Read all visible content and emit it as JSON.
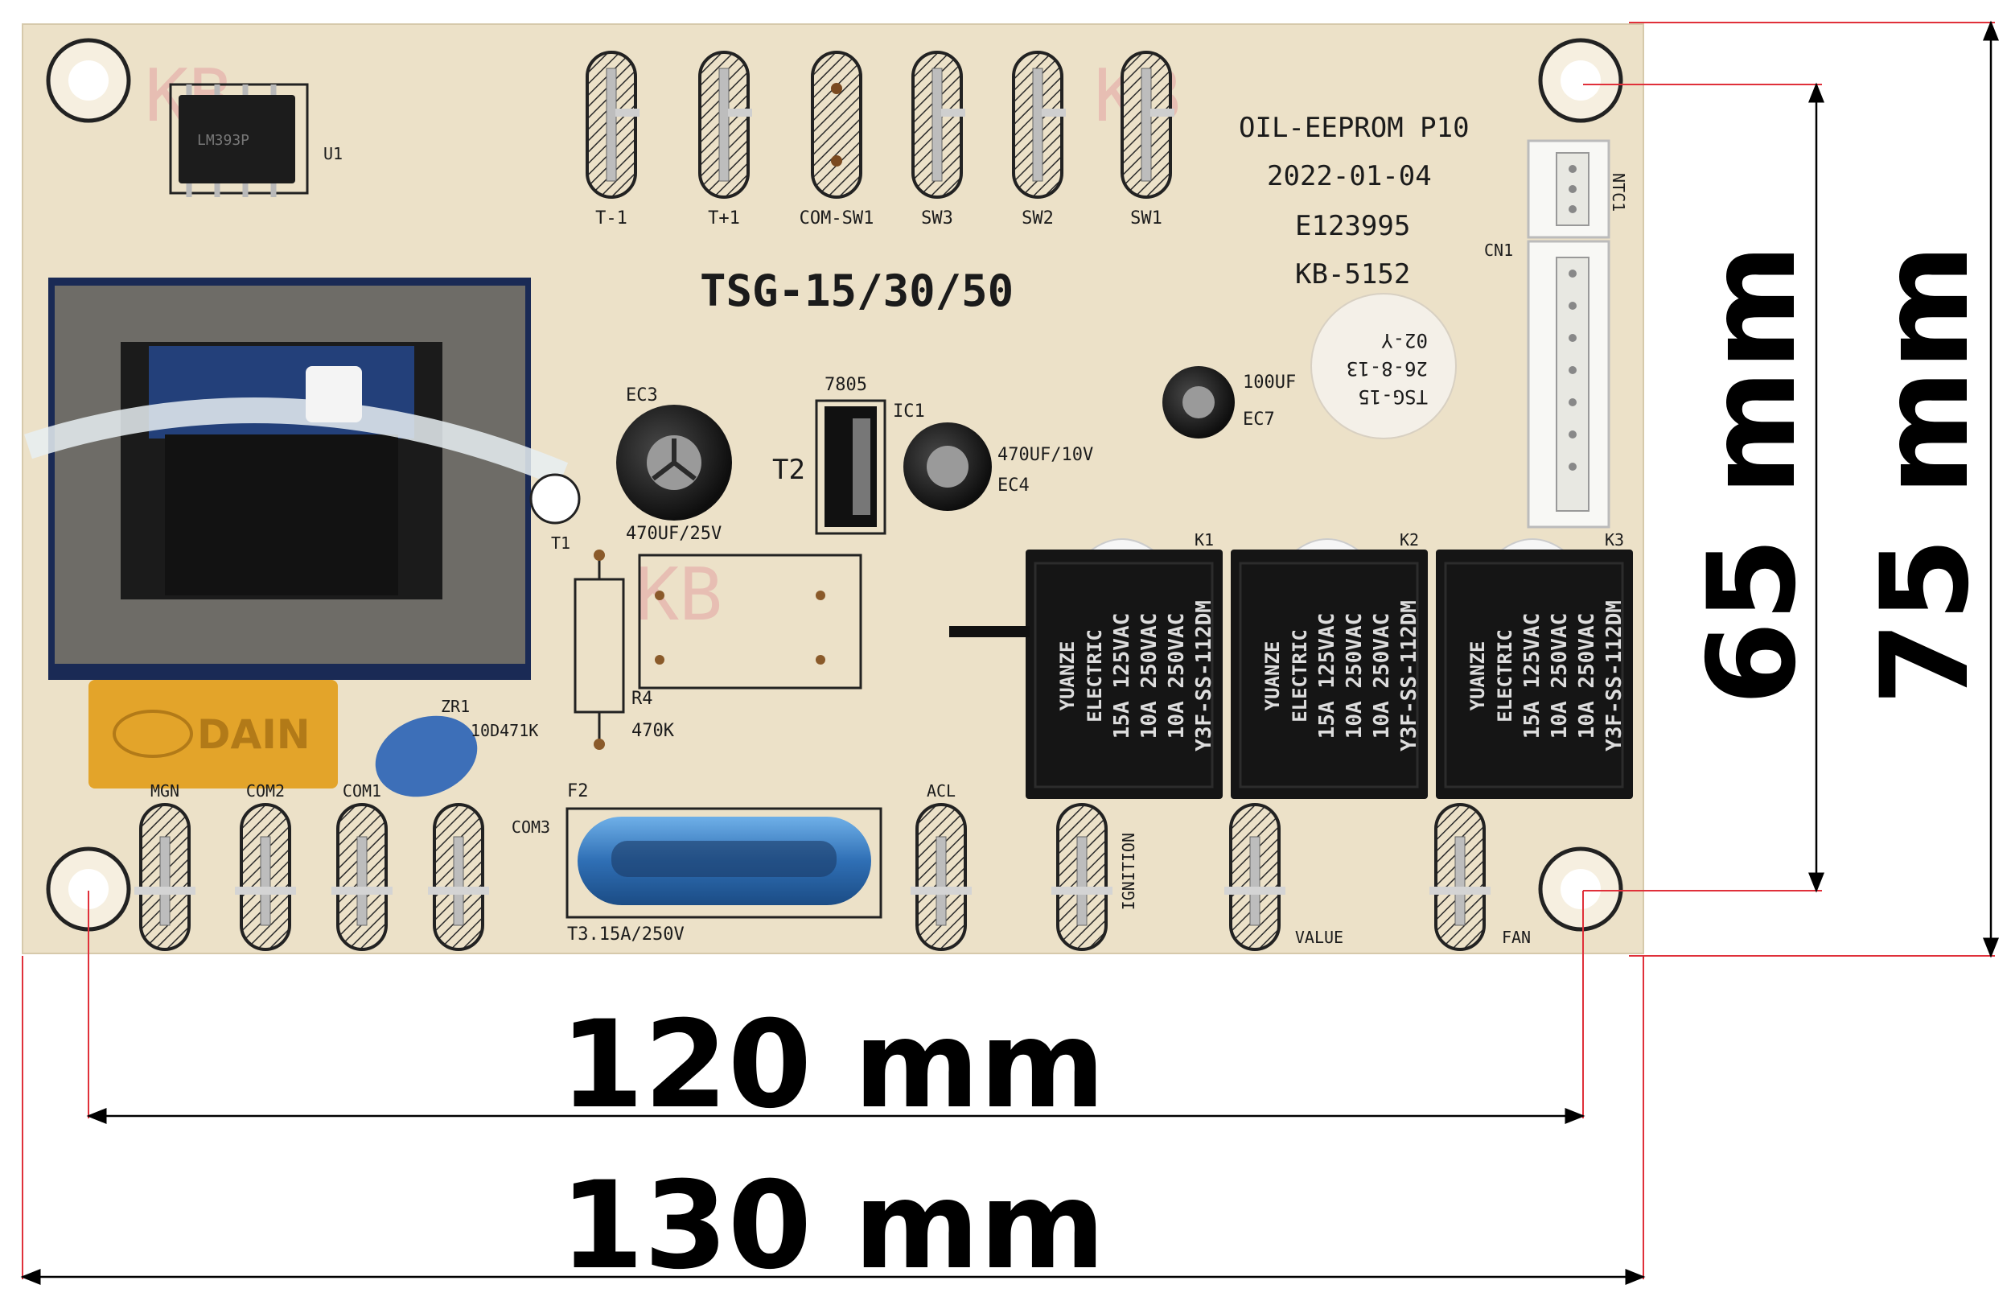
{
  "board": {
    "model_title": "TSG-15/30/50",
    "info": [
      "OIL-EEPROM P10",
      "2022-01-04",
      "E123995",
      "KB-5152"
    ],
    "sticker": [
      "TSG-15",
      "26-8-13",
      "02-Y"
    ],
    "top_terminals": [
      "T-1",
      "T+1",
      "COM-SW1",
      "SW3",
      "SW2",
      "SW1"
    ],
    "bottom_terminals": [
      "MGN",
      "COM2",
      "COM1",
      "COM3",
      "ACL",
      "IGNITION",
      "VALUE",
      "FAN"
    ],
    "labels": {
      "u1": "U1",
      "t1": "T1",
      "t2": "T2",
      "ic1": "IC1",
      "ic_7805": "7805",
      "ec3": "EC3",
      "ec3_value": "470UF/25V",
      "ec4": "EC4",
      "ec4_value": "470UF/10V",
      "ec7": "EC7",
      "ec7_value": "100UF",
      "r4": "R4",
      "r4_value": "470K",
      "zr1": "ZR1",
      "zr1_value": "10D471K",
      "f2": "F2",
      "f2_value": "T3.15A/250V",
      "cn1": "CN1",
      "ntc1": "NTC1",
      "k1": "K1",
      "k2": "K2",
      "k3": "K3",
      "dain": "DAIN"
    },
    "relay_text": [
      "YUANZE",
      "ELECTRIC",
      "15A 125VAC",
      "10A 250VAC",
      "10A 250VAC",
      "Y3F-SS-112DM"
    ]
  },
  "dimensions": {
    "inner_width": "120 mm",
    "outer_width": "130 mm",
    "inner_height": "65 mm",
    "outer_height": "75 mm"
  },
  "colors": {
    "pcb": "#ece1c8",
    "transformer_core": "#6e6c67",
    "transformer_coil": "#1a2a55",
    "yellow_capacitor": "#e3a42a",
    "relay": "#151515",
    "fuse": "#2f6fb5",
    "dimension_line": "#e0303a"
  }
}
